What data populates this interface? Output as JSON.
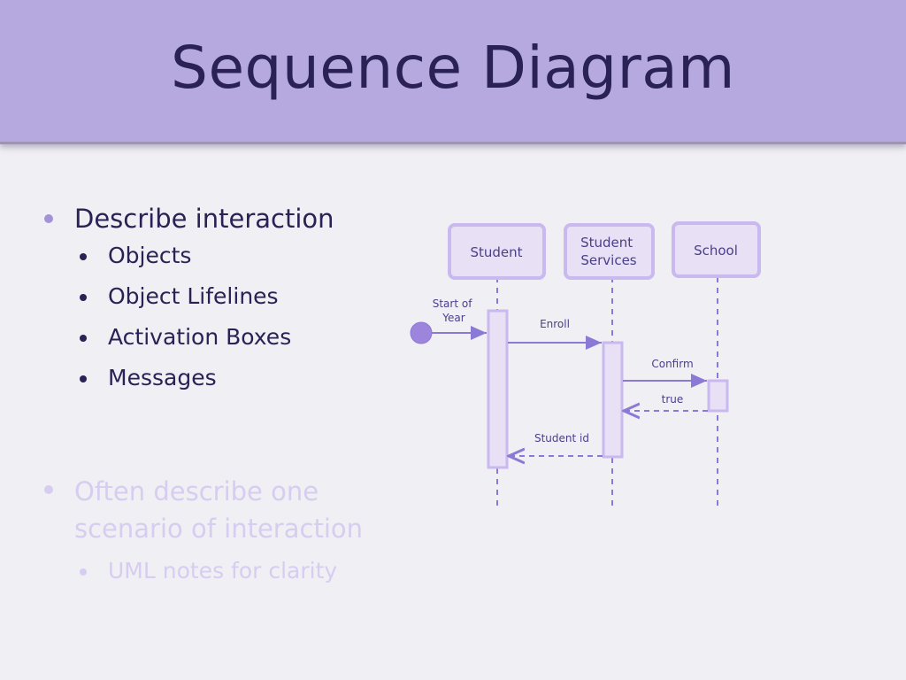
{
  "slide": {
    "title": "Sequence Diagram",
    "bullets": {
      "main": "Describe interaction",
      "sub": [
        "Objects",
        "Object Lifelines",
        "Activation Boxes",
        "Messages"
      ]
    },
    "faded_bullets": {
      "main": "Often describe one scenario of interaction",
      "sub": [
        "UML notes for clarity"
      ]
    }
  },
  "diagram": {
    "objects": [
      "Student",
      "Student\nServices",
      "School"
    ],
    "start_label": "Start of\nYear",
    "messages": {
      "enroll": "Enroll",
      "confirm": "Confirm",
      "true_return": "true",
      "student_id": "Student id"
    }
  },
  "colors": {
    "title_band": "#b6a9e0",
    "title_text": "#2a2155",
    "diagram_stroke": "#8b79d6",
    "diagram_fill": "#e8e0f5"
  }
}
